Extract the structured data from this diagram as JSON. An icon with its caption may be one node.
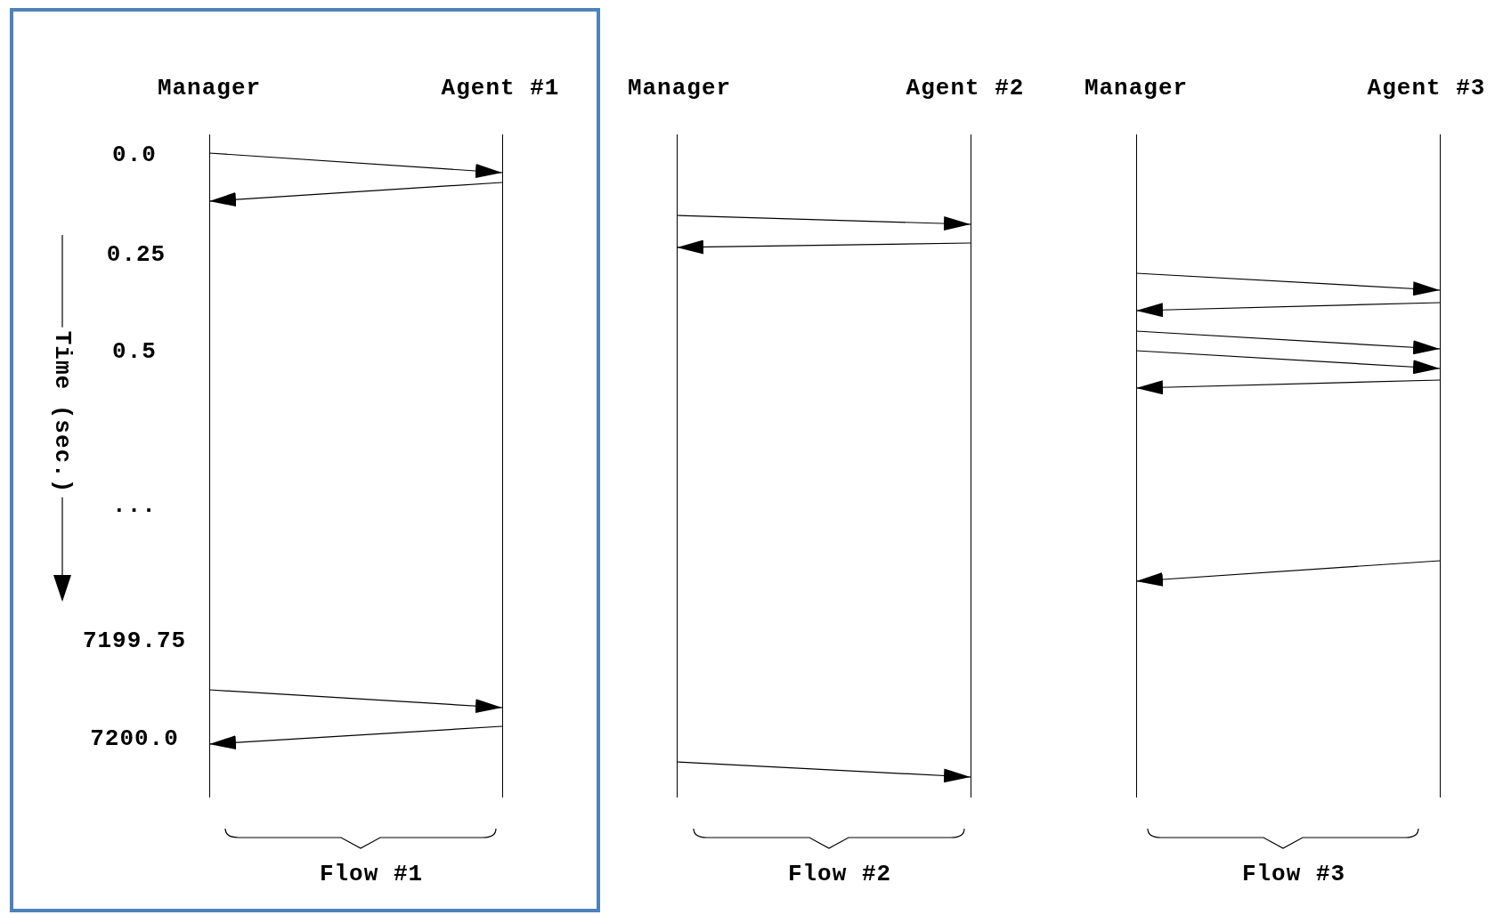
{
  "diagram": {
    "nodes": [
      {
        "text": [],
        "shape": "box"
      },
      {
        "text": [
          "Manager"
        ],
        "in": 0
      },
      {
        "text": [
          "Agent #1"
        ],
        "in": 0
      },
      {
        "text": [
          "Manager"
        ]
      },
      {
        "text": [
          "Agent #2"
        ]
      },
      {
        "text": [
          "Manager"
        ]
      },
      {
        "text": [
          "Agent #3"
        ]
      }
    ],
    "edges": [
      {
        "from": 1,
        "to": 2,
        "arrow": "to"
      },
      {
        "from": 2,
        "to": 1,
        "arrow": "to"
      },
      {
        "from": 1,
        "to": 2,
        "arrow": "to"
      },
      {
        "from": 2,
        "to": 1,
        "arrow": "to"
      },
      {
        "from": 3,
        "to": 4,
        "arrow": "to"
      },
      {
        "from": 4,
        "to": 3,
        "arrow": "to"
      },
      {
        "from": 3,
        "to": 4,
        "arrow": "to"
      },
      {
        "from": 5,
        "to": 6,
        "arrow": "to"
      },
      {
        "from": 6,
        "to": 5,
        "arrow": "to"
      },
      {
        "from": 5,
        "to": 6,
        "arrow": "to"
      },
      {
        "from": 5,
        "to": 6,
        "arrow": "to"
      },
      {
        "from": 6,
        "to": 5,
        "arrow": "to"
      },
      {
        "from": 6,
        "to": 5,
        "arrow": "to"
      }
    ],
    "labels": [
      "0.0",
      "0.25",
      "0.5",
      "...",
      "7199.75",
      "7200.0",
      "Time (sec.)",
      "Flow #1",
      "Flow #2",
      "Flow #3"
    ]
  }
}
